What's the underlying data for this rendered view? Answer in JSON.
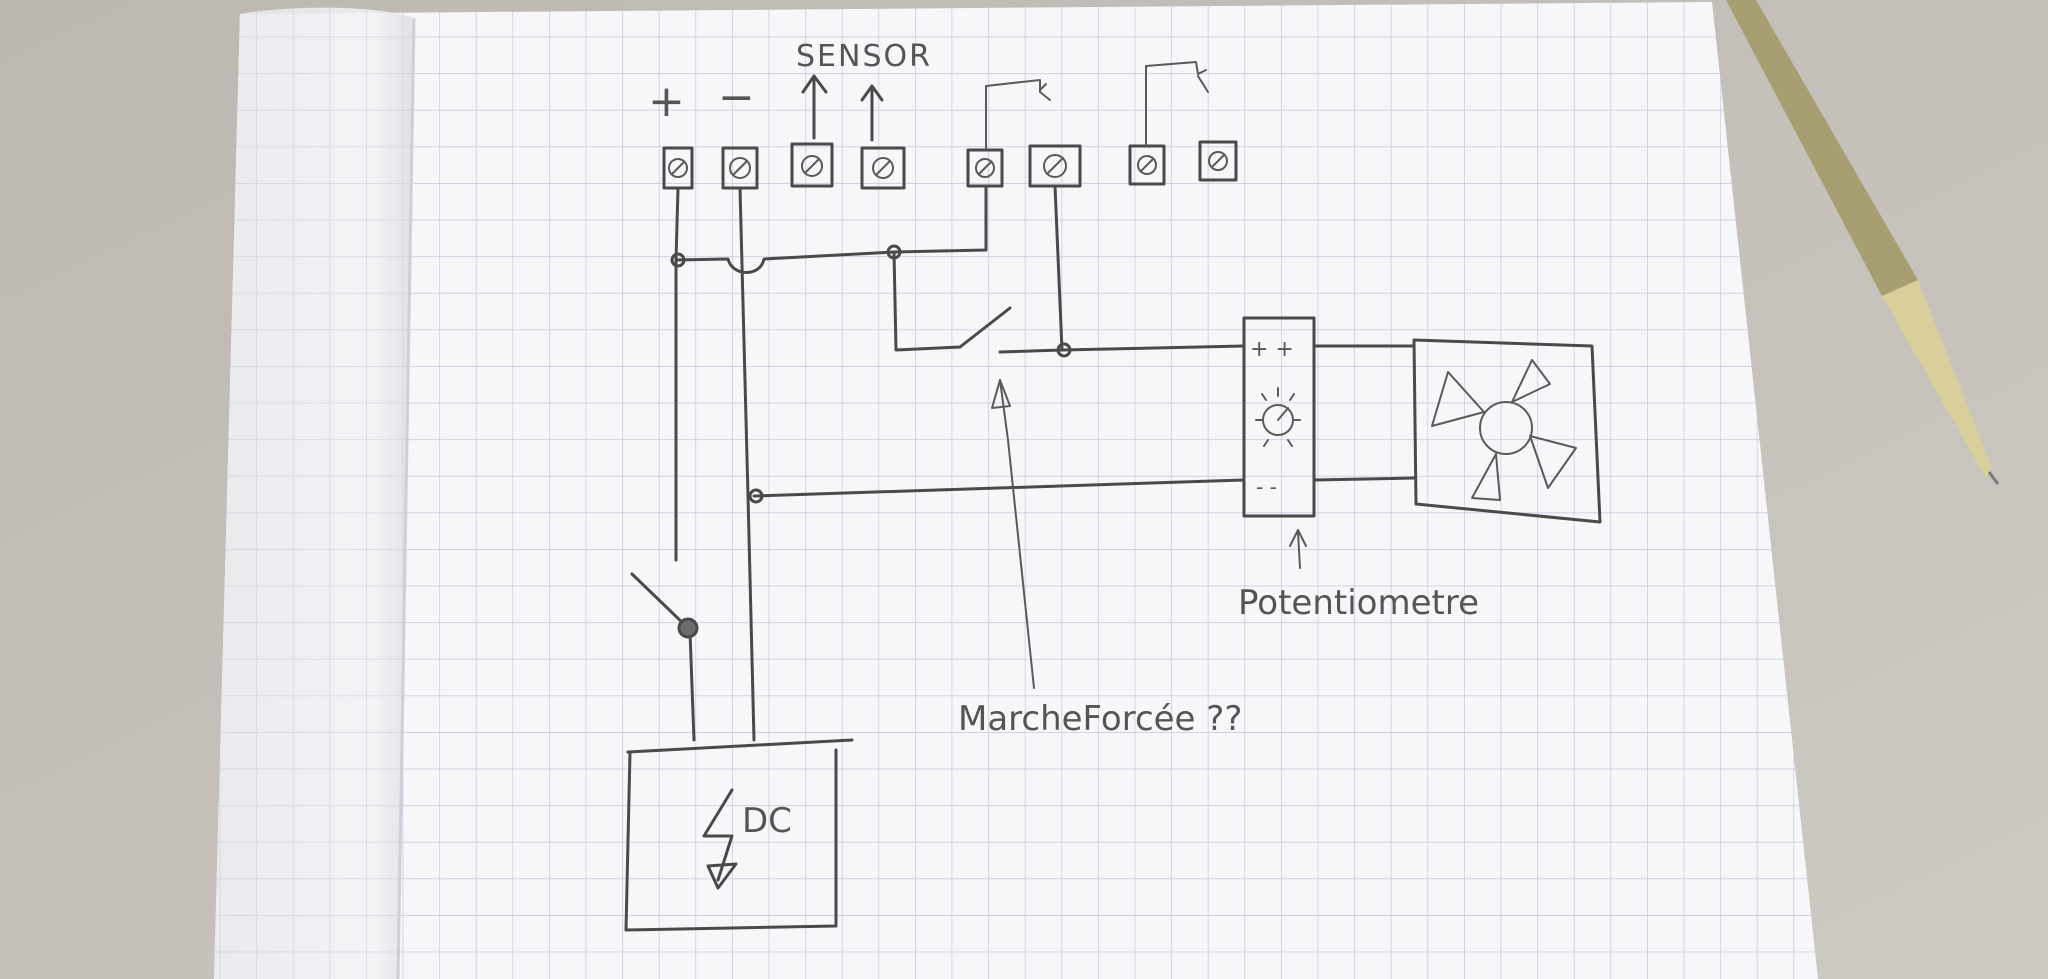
{
  "notebook": {
    "sensor_label": "SENSOR",
    "plus_label": "+",
    "minus_label": "−",
    "potentiometer_label": "Potentiometre",
    "forced_run_label": "MarcheForcée ??",
    "power_supply_label": "DC"
  },
  "colors": {
    "table": "#c9c5bf",
    "paper": "#f7f7f9",
    "grid": "#c3c7e0",
    "ink": "#4a4a4a",
    "pen_body": "#a79f72",
    "pen_tip": "#d8cf9a"
  },
  "icons": [
    "screw-terminal-icon",
    "fan-icon",
    "knob-icon",
    "lightning-icon",
    "switch-icon",
    "arrow-up-icon"
  ]
}
